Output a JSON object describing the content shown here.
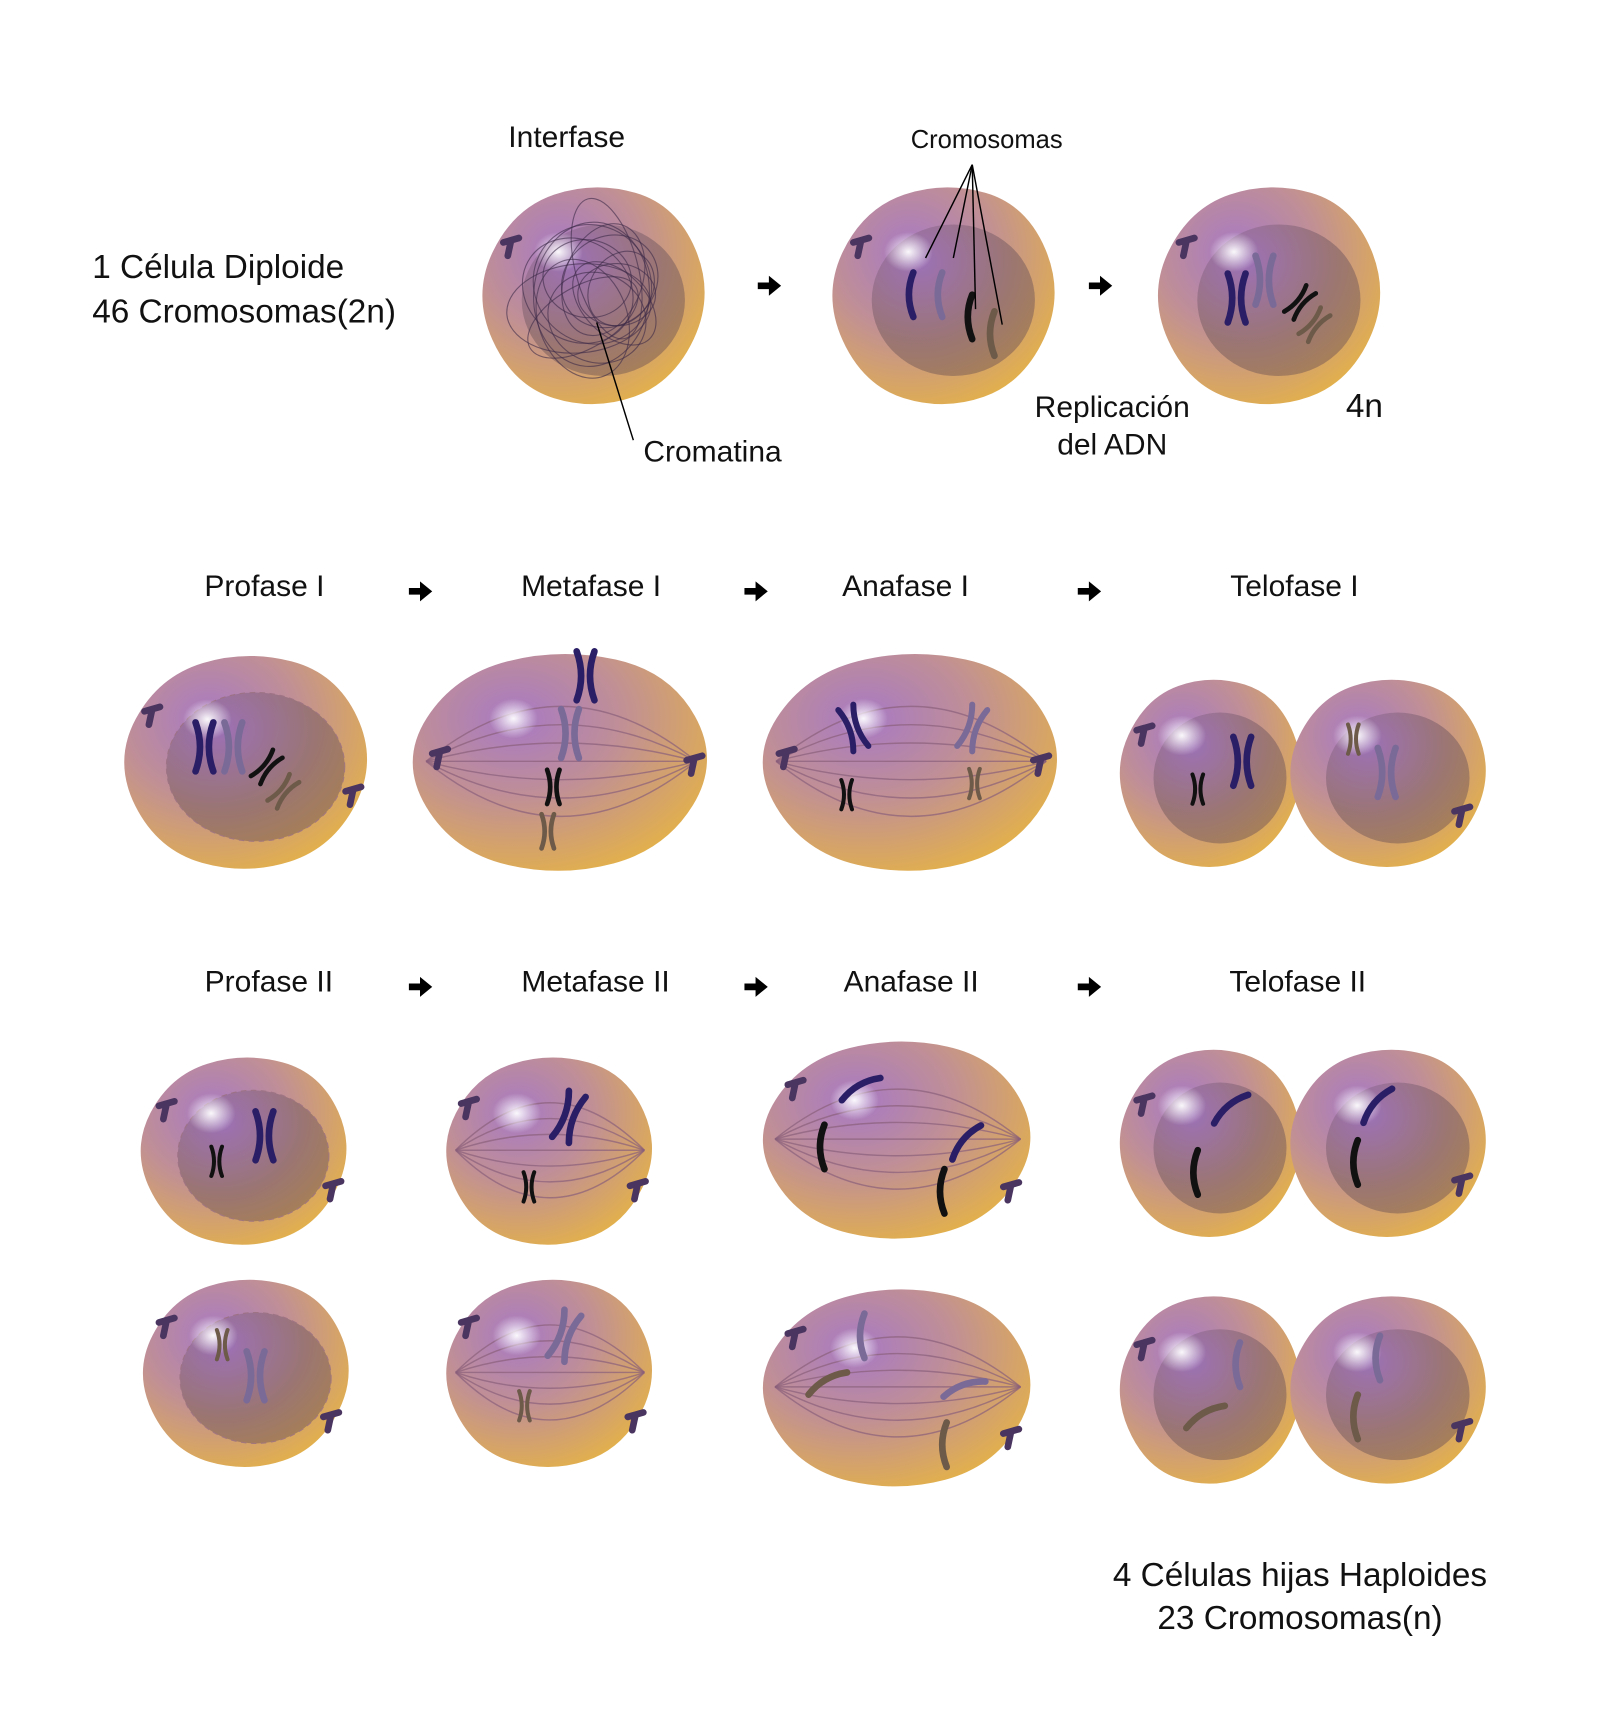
{
  "top": {
    "interphase_label": "Interfase",
    "chromosomes_label": "Cromosomas",
    "chromatin_label": "Cromatina",
    "replication_label_line1": "Replicación",
    "replication_label_line2": "del ADN",
    "ploidy_4n": "4n",
    "diploid_line1": "1 Célula Diploide",
    "diploid_line2": "46 Cromosomas(2n)"
  },
  "meiosis1": {
    "stages": [
      "Profase I",
      "Metafase I",
      "Anafase I",
      "Telofase I"
    ]
  },
  "meiosis2": {
    "stages": [
      "Profase II",
      "Metafase II",
      "Anafase II",
      "Telofase II"
    ]
  },
  "result": {
    "line1": "4 Células hijas Haploides",
    "line2": "23 Cromosomas(n)"
  },
  "colors": {
    "cytoplasm_edge": "#e2b04a",
    "cytoplasm_center": "#b07fb0",
    "nucleus": "#8a6a78",
    "chromosome_dark_blue": "#2a1f66",
    "chromosome_light": "#7a6a98",
    "chromosome_black": "#111111",
    "chromosome_brown": "#6d5a48"
  }
}
